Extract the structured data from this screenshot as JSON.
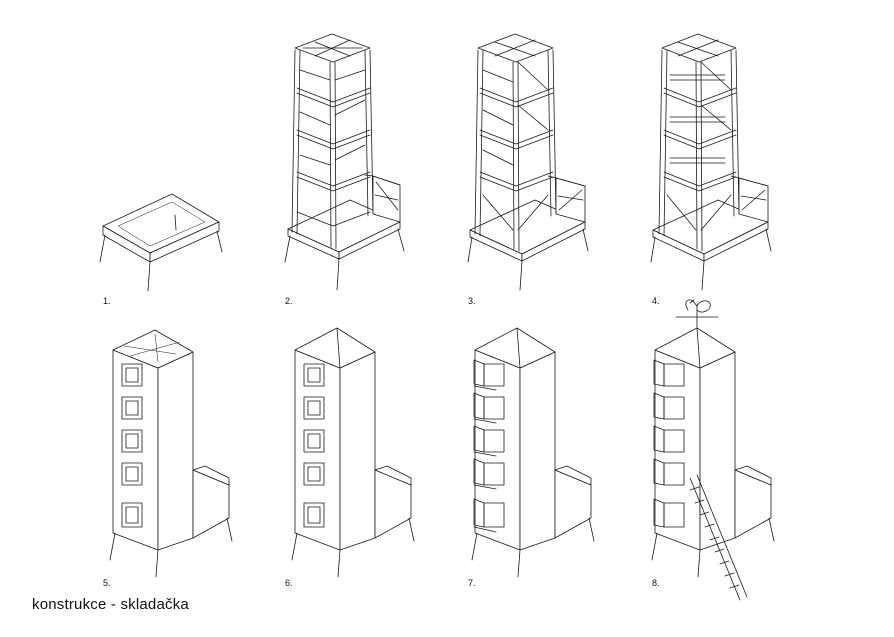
{
  "caption": "konstrukce - skladačka",
  "steps": [
    {
      "label": "1."
    },
    {
      "label": "2."
    },
    {
      "label": "3."
    },
    {
      "label": "4."
    },
    {
      "label": "5."
    },
    {
      "label": "6."
    },
    {
      "label": "7."
    },
    {
      "label": "8."
    }
  ]
}
